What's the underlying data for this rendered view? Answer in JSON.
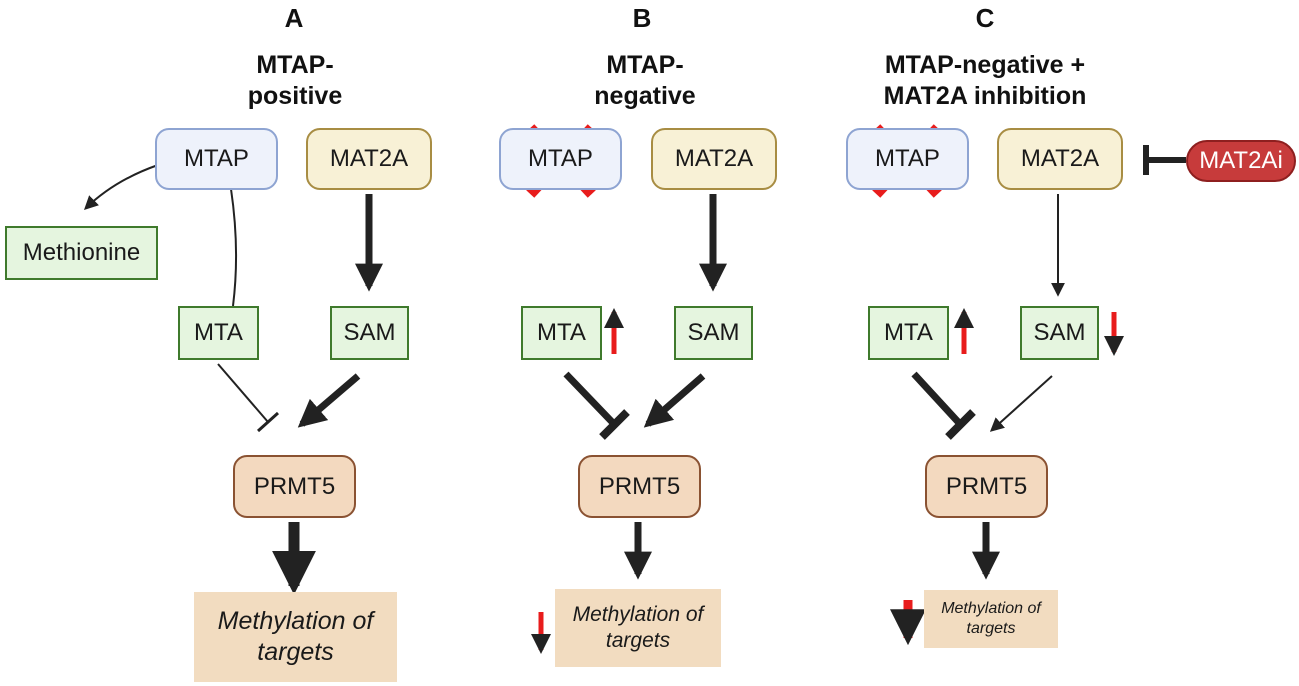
{
  "panels": [
    {
      "letter": "A",
      "title": "MTAP-\npositive",
      "nodes": {
        "mtap": "MTAP",
        "mat2a": "MAT2A",
        "methionine": "Methionine",
        "mta": "MTA",
        "sam": "SAM",
        "prmt5": "PRMT5",
        "methylation": "Methylation of targets"
      }
    },
    {
      "letter": "B",
      "title": "MTAP-\nnegative",
      "nodes": {
        "mtap": "MTAP",
        "mat2a": "MAT2A",
        "mta": "MTA",
        "sam": "SAM",
        "prmt5": "PRMT5",
        "methylation": "Methylation of targets"
      }
    },
    {
      "letter": "C",
      "title": "MTAP-negative +\nMAT2A inhibition",
      "nodes": {
        "mtap": "MTAP",
        "mat2a": "MAT2A",
        "inhibitor": "MAT2Ai",
        "mta": "MTA",
        "sam": "SAM",
        "prmt5": "PRMT5",
        "methylation": "Methylation of targets"
      }
    }
  ],
  "colors": {
    "arrow": "#222222",
    "indicator": "#e81c1c",
    "cross": "#e81c1c"
  }
}
